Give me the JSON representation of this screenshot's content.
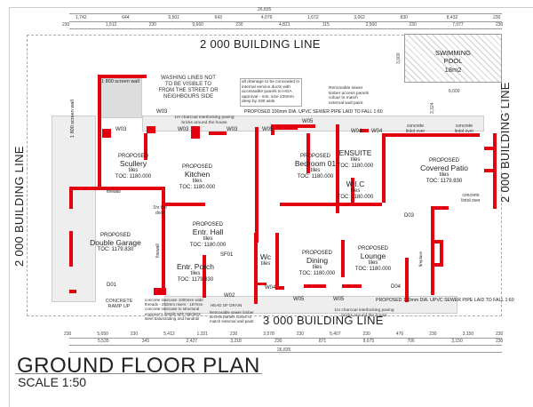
{
  "title": "GROUND FLOOR PLAN",
  "scale": "SCALE 1:50",
  "building_lines": {
    "top": "2 000 BUILDING LINE",
    "left": "2 000 BUILDING LINE",
    "right": "2 000 BUILDING LINE",
    "bottom": "3 000 BUILDING LINE"
  },
  "top_dims": {
    "total": "26,835",
    "row1": [
      "1,742",
      "644",
      "5,501",
      "643",
      "4,079",
      "1,672",
      "3,062",
      "830",
      "8,432",
      "230"
    ],
    "row2": [
      "230",
      "1,512",
      "230",
      "9,660",
      "230",
      "4,821",
      "115",
      "2,500",
      "230",
      "7,077",
      "230"
    ]
  },
  "bottom_dims": {
    "row1": [
      "230",
      "5,650",
      "230",
      "5,412",
      "1,321",
      "230",
      "3,578",
      "230",
      "5,407",
      "230",
      "476",
      "230",
      "3,150",
      "230"
    ],
    "row2": [
      "5,535",
      "345",
      "2,427",
      "3,218",
      "230",
      "871",
      "9,675",
      "706",
      "3,150",
      "230"
    ],
    "total": "26,835"
  },
  "pool": {
    "name": "SWIMMING",
    "name2": "POOL",
    "area": "18m2",
    "dim1": "3,000",
    "dim2": "6,000",
    "dim3": "3,324"
  },
  "rooms": [
    {
      "p": "PROPOSED",
      "n": "Scullery",
      "f": "tiles",
      "t": "TOC: 1180.000"
    },
    {
      "p": "PROPOSED",
      "n": "Kitchen",
      "f": "tiles",
      "t": "TOC: 1180.000"
    },
    {
      "p": "PROPOSED",
      "n": "Bedroom 01",
      "f": "tiles",
      "t": "TOC: 1180.000"
    },
    {
      "p": "",
      "n": "ENSUITE",
      "f": "tiles",
      "t": "TOC: 1180.000"
    },
    {
      "p": "",
      "n": "W.I.C",
      "f": "tiles",
      "t": "TOC: 1180.000"
    },
    {
      "p": "PROPOSED",
      "n": "Covered Patio",
      "f": "tiles",
      "t": "TOC: 1179.830"
    },
    {
      "p": "PROPOSED",
      "n": "Double Garage",
      "f": "",
      "t": "TOC: 1179.830"
    },
    {
      "p": "PROPOSED",
      "n": "Entr. Hall",
      "f": "tiles",
      "t": "TOC: 1180.000"
    },
    {
      "p": "",
      "n": "Entr. Porch",
      "f": "tiles",
      "t": "TOC: 1179.830"
    },
    {
      "p": "",
      "n": "Wc",
      "f": "tiles",
      "t": ""
    },
    {
      "p": "PROPOSED",
      "n": "Dining",
      "f": "tiles",
      "t": "TOC: 1180.000"
    },
    {
      "p": "PROPOSED",
      "n": "Lounge",
      "f": "tiles",
      "t": "TOC: 1180.000"
    }
  ],
  "notes": {
    "washing": "WASHING LINES NOT TO BE VISIBLE TO FROM THE STREET OR NEIGHBOURS SIDE",
    "drainage": "all drainage to be concealed in internal service ducts with accessable panels to HOA approval - min. size 220mm deep by 330 wide",
    "sewer_panels": "Removable sewer timber access panels colour to match external wall paint",
    "sewer_top": "PROPOSED 100mm DIA. UPVC SEWER PIPE LAID TO FALL 1:60",
    "sewer_bottom": "PROPOSED 100mm DIA. UPVC SEWER PIPE LAID TO FALL 1:60",
    "paving": "1m charcoal interlocking paving bricks around the house",
    "screen_wall": "1 800 screen wall",
    "screen_wall_v": "1 800 screen wall",
    "ramp": "CONCRETE RAMP UP",
    "staircase": "concrete staircase 1000mm wide threads - 250mm risers - 167mm concrete staircase to structural engineer's details with stainless steel balustrading and handrail",
    "head_drain": "HEAD OF DRAIN",
    "sewer_panels2": "Removable sewer timber access panels colour to match external wall paint",
    "lintel1": "concrete lintol over",
    "lintel2": "concrete lintol over",
    "lintel3": "concrete lintol over",
    "firewall": "firewall",
    "firewall2": "firewall",
    "fire_door": "1hr fire door",
    "fireplace": "fireplace"
  },
  "openings": [
    "W03",
    "W03",
    "W03",
    "W03",
    "W05",
    "W05",
    "W04",
    "W04",
    "D01",
    "D03",
    "D04",
    "W02",
    "W04",
    "W05",
    "W05",
    "SF01"
  ],
  "colors": {
    "wall": "#e3000f"
  }
}
